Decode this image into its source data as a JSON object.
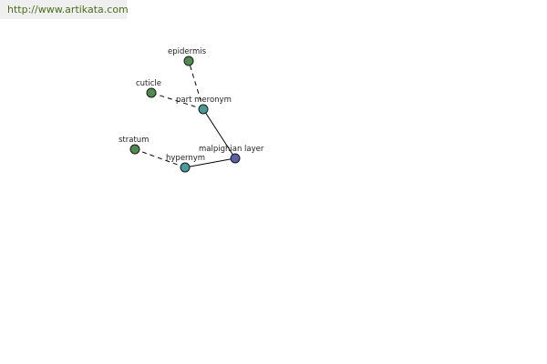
{
  "header": {
    "url": "http://www.artikata.com"
  },
  "graph": {
    "nodes": [
      {
        "id": "malpighian_layer",
        "label": "malpighian layer",
        "color": "#5b5fa8"
      },
      {
        "id": "part_meronym",
        "label": "part meronym",
        "color": "#4a9a9a"
      },
      {
        "id": "hypernym",
        "label": "hypernym",
        "color": "#4a9a9a"
      },
      {
        "id": "epidermis",
        "label": "epidermis",
        "color": "#4f8a4f"
      },
      {
        "id": "cuticle",
        "label": "cuticle",
        "color": "#4f8a4f"
      },
      {
        "id": "stratum",
        "label": "stratum",
        "color": "#4f8a4f"
      }
    ],
    "edges": [
      {
        "from": "malpighian_layer",
        "to": "part_meronym",
        "style": "solid"
      },
      {
        "from": "malpighian_layer",
        "to": "hypernym",
        "style": "solid"
      },
      {
        "from": "part_meronym",
        "to": "epidermis",
        "style": "dashed"
      },
      {
        "from": "part_meronym",
        "to": "cuticle",
        "style": "dashed"
      },
      {
        "from": "hypernym",
        "to": "stratum",
        "style": "dashed"
      }
    ]
  }
}
